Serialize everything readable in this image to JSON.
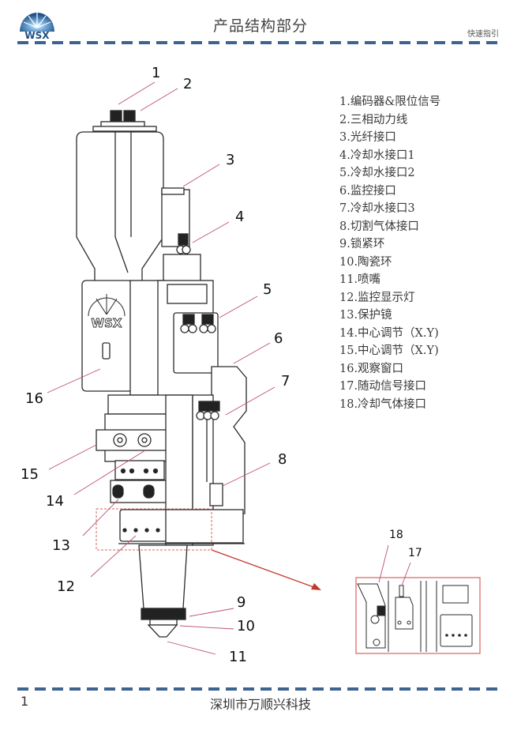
{
  "header": {
    "logo_text": "WSX",
    "title": "产品结构部分",
    "subtitle": "快速指引"
  },
  "legend": {
    "items": [
      "1.编码器&限位信号",
      "2.三相动力线",
      "3.光纤接口",
      "4.冷却水接口1",
      "5.冷却水接口2",
      "6.监控接口",
      "7.冷却水接口3",
      "8.切割气体接口",
      "9.锁紧环",
      "10.陶瓷环",
      "11.喷嘴",
      "12.监控显示灯",
      "13.保护镜",
      "14.中心调节（X.Y)",
      "15.中心调节（X.Y)",
      "16.观察窗口",
      "17.随动信号接口",
      "18.冷却气体接口"
    ]
  },
  "callouts": [
    "1",
    "2",
    "3",
    "4",
    "5",
    "6",
    "7",
    "8",
    "9",
    "10",
    "11",
    "12",
    "13",
    "14",
    "15",
    "16",
    "17",
    "18"
  ],
  "drawing": {
    "body_logo_text": "WSX"
  },
  "footer": {
    "page_number": "1",
    "company": "深圳市万顺兴科技"
  },
  "colors": {
    "accent_blue": "#3d6390",
    "leader_red": "#c0392b",
    "line_dark": "#2b2b2b"
  }
}
